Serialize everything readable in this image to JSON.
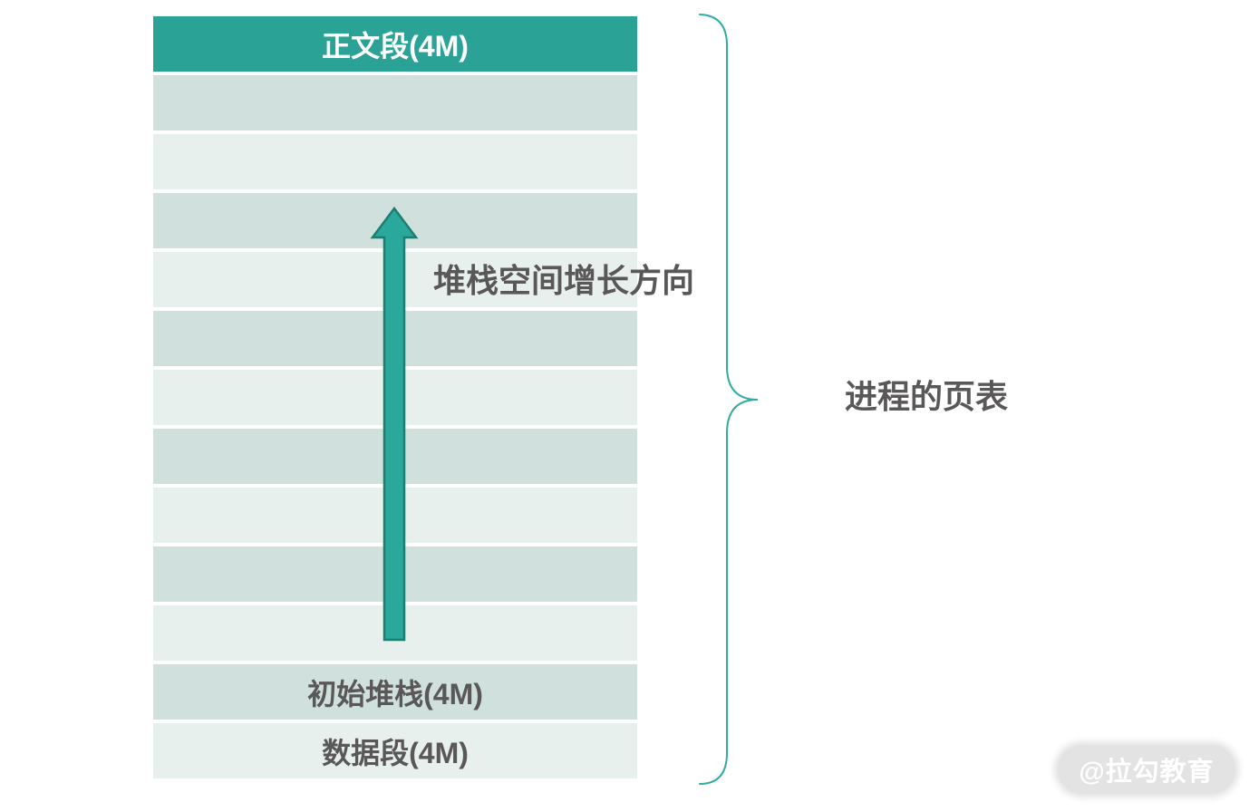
{
  "colors": {
    "teal": "#2aa396",
    "arrow-fill": "#2aa89b",
    "arrow-stroke": "#1d7d71",
    "brace": "#2fada1",
    "row-dark": "#cfe0dd",
    "row-light": "#e8f0ee",
    "text-dark": "#595757",
    "header-text": "#ffffff",
    "watermark-bg": "#e3e3e3",
    "watermark-text": "#ffffff"
  },
  "diagram": {
    "header_label": "正文段(4M)",
    "rows": [
      {
        "label": ""
      },
      {
        "label": ""
      },
      {
        "label": ""
      },
      {
        "label": ""
      },
      {
        "label": ""
      },
      {
        "label": ""
      },
      {
        "label": ""
      },
      {
        "label": ""
      },
      {
        "label": ""
      },
      {
        "label": ""
      },
      {
        "label": "初始堆栈(4M)"
      },
      {
        "label": "数据段(4M)"
      }
    ],
    "arrow_label": "堆栈空间增长方向",
    "brace_label": "进程的页表"
  },
  "watermark": {
    "text": "@拉勾教育"
  }
}
